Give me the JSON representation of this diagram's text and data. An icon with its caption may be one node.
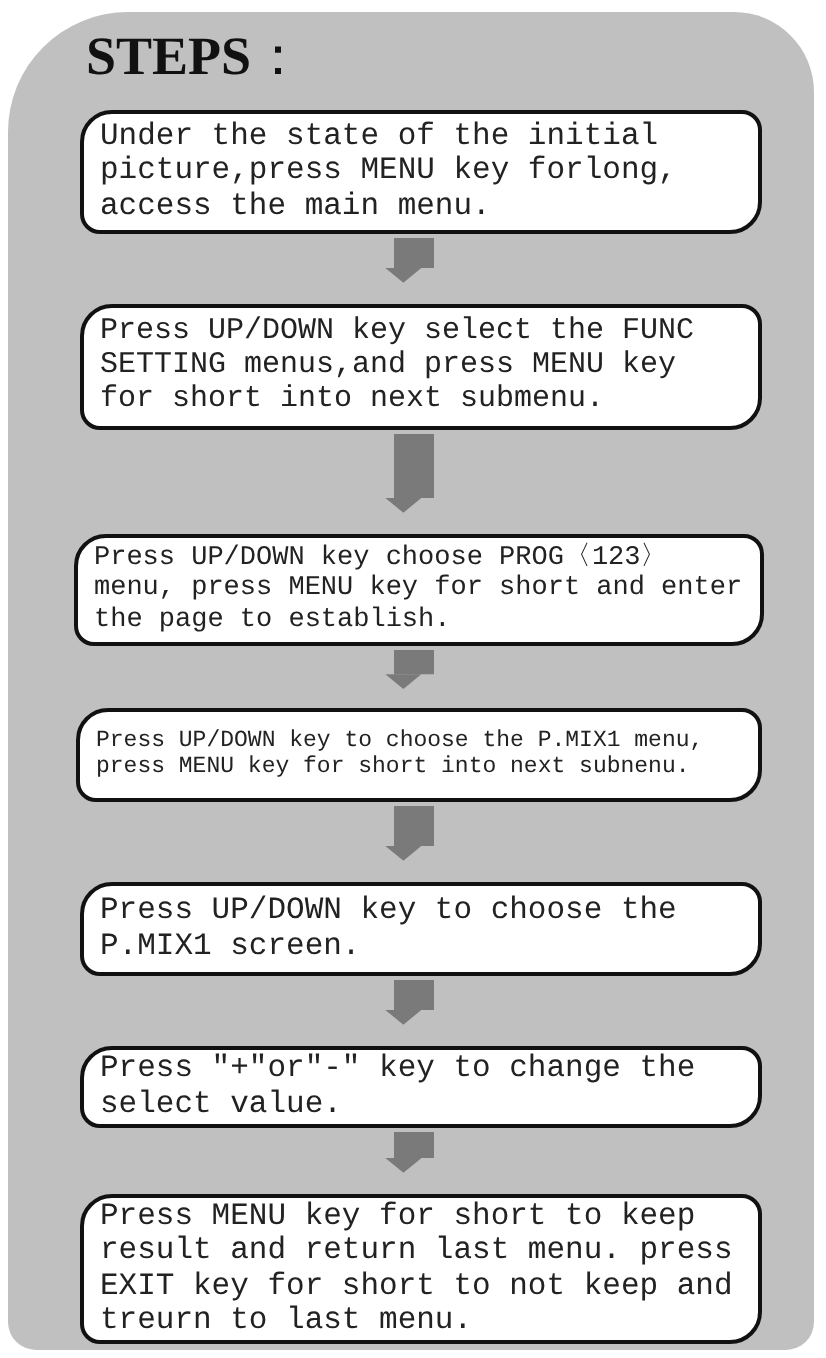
{
  "diagram": {
    "title": "**STEPS**：",
    "nodes": [
      {
        "text": [
          "Under the state of the initial picture,press MENU key forlong, access the main menu."
        ]
      },
      {
        "text": [
          "Press UP/DOWN key select the FUNC SETTING menus,and press MENU key for short into next submenu."
        ]
      },
      {
        "text": [
          "Press UP/DOWN key choose PROG〈123〉 menu, press MENU key for short and enter the page to establish."
        ]
      },
      {
        "text": [
          "Press UP/DOWN key to choose the P.MIX1 menu, press MENU key for short into next subnenu."
        ]
      },
      {
        "text": [
          "Press UP/DOWN key to choose the P.MIX1 screen."
        ]
      },
      {
        "text": [
          "Press ″+″or″-″ key to change the select value."
        ]
      },
      {
        "text": [
          "Press MENU key for short to keep result and return last menu. press EXIT key for short to not keep and treurn to last menu."
        ]
      }
    ],
    "edges": [
      {
        "from": 0,
        "to": 1,
        "arrow": "to"
      },
      {
        "from": 1,
        "to": 2,
        "arrow": "to"
      },
      {
        "from": 2,
        "to": 3,
        "arrow": "to"
      },
      {
        "from": 3,
        "to": 4,
        "arrow": "to"
      },
      {
        "from": 4,
        "to": 5,
        "arrow": "to"
      },
      {
        "from": 5,
        "to": 6,
        "arrow": "to"
      }
    ]
  }
}
